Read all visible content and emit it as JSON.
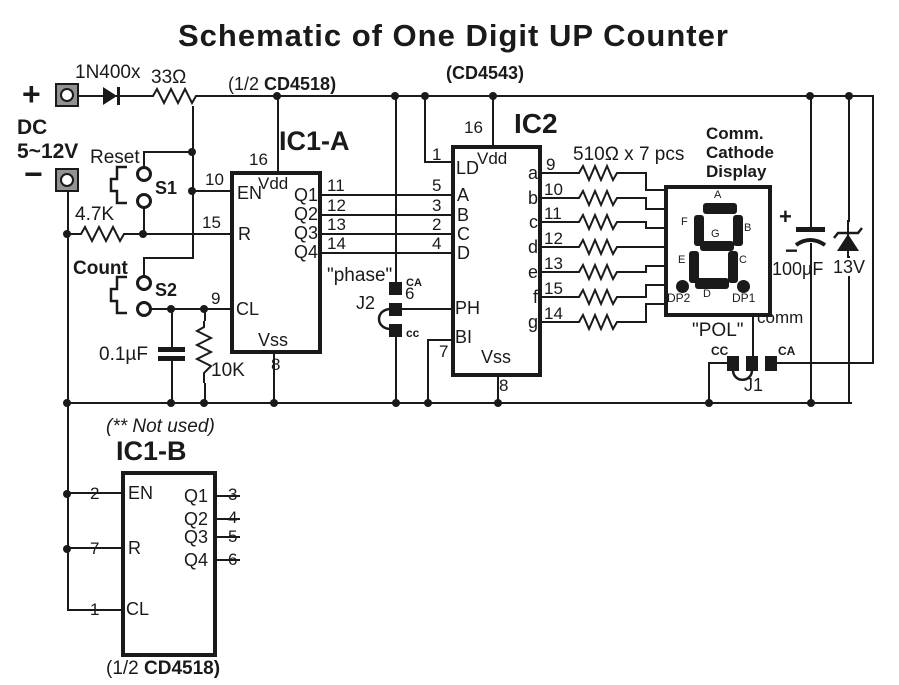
{
  "diagram": {
    "title": "Schematic of One Digit UP Counter",
    "power": {
      "plus": "+",
      "minus": "−",
      "dc": "DC",
      "voltage_range": "5~12V",
      "diode": "1N400x",
      "series_resistor": "33Ω"
    },
    "reset_switch": {
      "label": "Reset",
      "name": "S1",
      "pullup": "4.7K"
    },
    "count_switch": {
      "label": "Count",
      "name": "S2",
      "cap": "0.1µF",
      "resistor": "10K"
    },
    "ic1a": {
      "name": "IC1-A",
      "part_prefix": "(1/2 ",
      "part_bold": "CD4518)",
      "pin16": "16",
      "pin10": "10",
      "pin15": "15",
      "pin9": "9",
      "pin8": "8",
      "vdd": "Vdd",
      "en": "EN",
      "r": "R",
      "cl": "CL",
      "vss": "Vss",
      "q1": "Q1",
      "q2": "Q2",
      "q3": "Q3",
      "q4": "Q4",
      "pin11": "11",
      "pin12": "12",
      "pin13": "13",
      "pin14": "14"
    },
    "ic2": {
      "name": "IC2",
      "part": "(CD4543)",
      "pin1": "1",
      "pin16": "16",
      "pin6": "6",
      "pin7": "7",
      "pin8": "8",
      "ld": "LD",
      "vdd": "Vdd",
      "a_in": "A",
      "b_in": "B",
      "c_in": "C",
      "d_in": "D",
      "ph": "PH",
      "bi": "BI",
      "vss": "Vss",
      "in5": "5",
      "in3": "3",
      "in2": "2",
      "in4": "4",
      "out_a": "a",
      "out_b": "b",
      "out_c": "c",
      "out_d": "d",
      "out_e": "e",
      "out_f": "f",
      "out_g": "g",
      "p9": "9",
      "p10": "10",
      "p11": "11",
      "p12": "12",
      "p13": "13",
      "p15": "15",
      "p14": "14"
    },
    "resistor_bank": {
      "label": "510Ω x 7 pcs"
    },
    "jumper_j2": {
      "label": "\"phase\"",
      "name": "J2",
      "ca": "CA",
      "cc": "cc"
    },
    "display": {
      "title1": "Comm.",
      "title2": "Cathode",
      "title3": "Display",
      "seg_a": "A",
      "seg_b": "B",
      "seg_c": "C",
      "seg_d": "D",
      "seg_e": "E",
      "seg_f": "F",
      "seg_g": "G",
      "dp2": "DP2",
      "dp1": "DP1",
      "comm": "comm"
    },
    "jumper_j1": {
      "label": "\"POL\"",
      "name": "J1",
      "cc": "CC",
      "ca": "CA"
    },
    "filter": {
      "cap_plus": "+",
      "cap_minus": "−",
      "cap": "100µF",
      "zener": "13V"
    },
    "ic1b": {
      "note": "(** Not used)",
      "name": "IC1-B",
      "part_prefix": "(1/2 ",
      "part_bold": "CD4518)",
      "pin2": "2",
      "pin7": "7",
      "pin1": "1",
      "en": "EN",
      "r": "R",
      "cl": "CL",
      "q1": "Q1",
      "q2": "Q2",
      "q3": "Q3",
      "q4": "Q4",
      "pin3": "3",
      "pin4": "4",
      "pin5": "5",
      "pin6": "6"
    },
    "colors": {
      "wire": "#1a1a1a",
      "terminal_fill": "#929292",
      "background": "#ffffff"
    }
  }
}
